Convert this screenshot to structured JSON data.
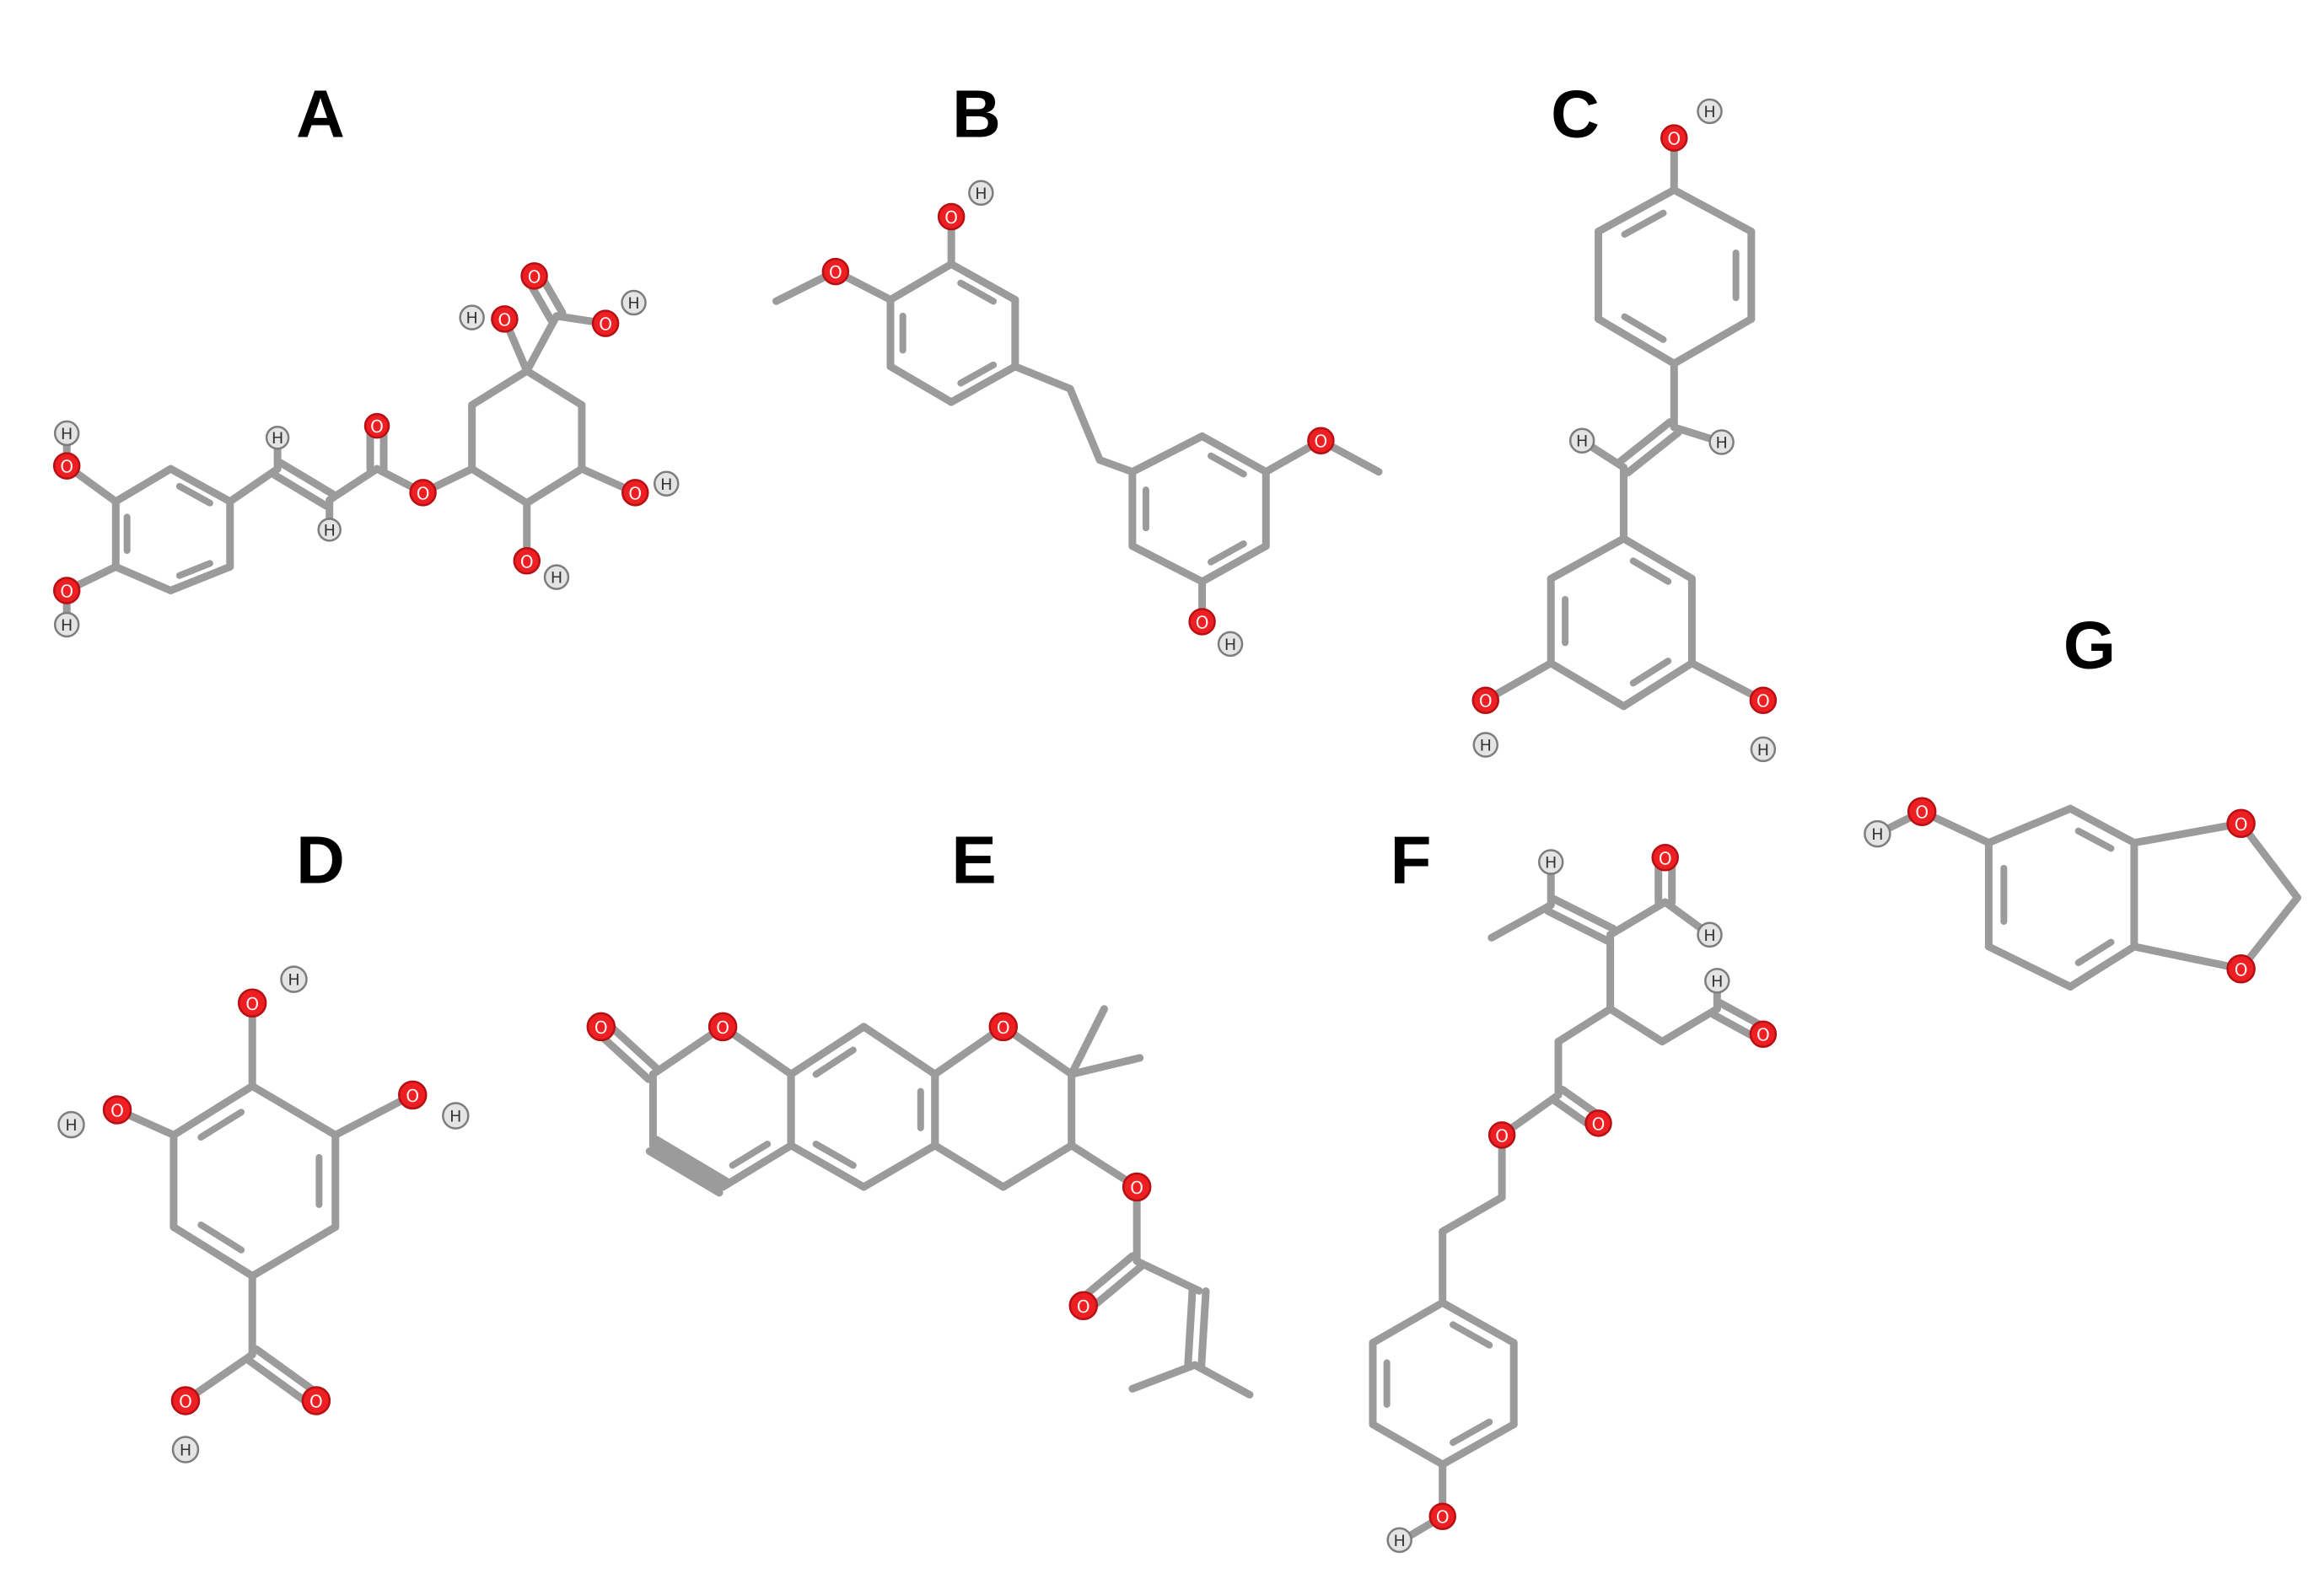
{
  "panels": [
    {
      "label": "A"
    },
    {
      "label": "B"
    },
    {
      "label": "C"
    },
    {
      "label": "D"
    },
    {
      "label": "E"
    },
    {
      "label": "F"
    },
    {
      "label": "G"
    }
  ],
  "atom_symbols": {
    "oxygen": "O",
    "hydrogen": "H"
  },
  "colors": {
    "bond": "#9b9b9b",
    "oxygen": "#ee1f23",
    "hydrogen": "#e4e4e4",
    "label": "#000000",
    "background": "#ffffff"
  }
}
